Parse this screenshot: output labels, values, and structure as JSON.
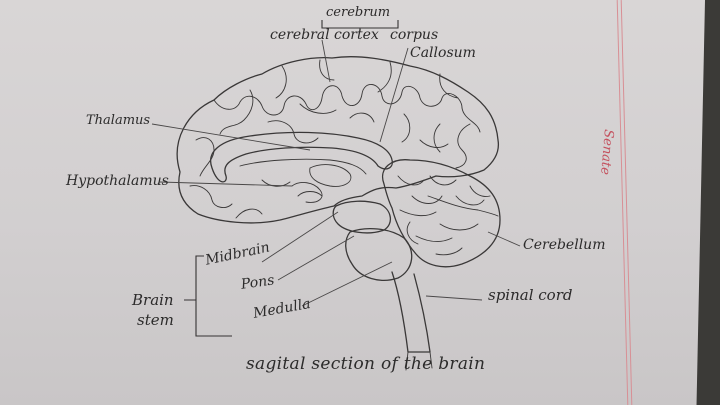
{
  "labels": {
    "cerebrum": "cerebrum",
    "cerebral_cortex": "cerebral cortex",
    "corpus": "corpus",
    "callosum": "Callosum",
    "thalamus": "Thalamus",
    "hypothalamus": "Hypothalamus",
    "cerebellum": "Cerebellum",
    "midbrain": "Midbrain",
    "pons": "Pons",
    "brain": "Brain",
    "stem": "stem",
    "medulla": "Medulla",
    "spinal_cord": "spinal cord"
  },
  "caption": "sagital section of the brain",
  "margin_note": "Senate",
  "colors": {
    "paper": "#d6d3d4",
    "ink": "#333131",
    "margin_line": "#d88f95",
    "margin_note": "#c4515e",
    "background": "#3b3a37"
  }
}
